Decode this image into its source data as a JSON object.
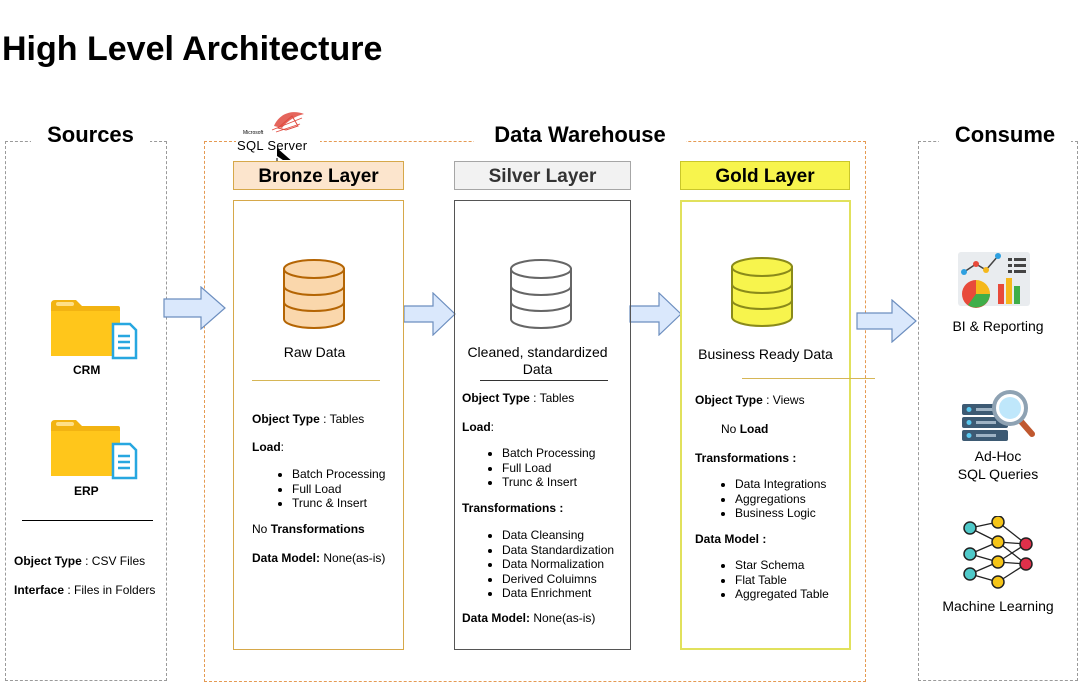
{
  "title": "High Level Architecture",
  "sections": {
    "sources": "Sources",
    "warehouse": "Data Warehouse",
    "consume": "Consume"
  },
  "sql_server_logo": {
    "small": "Microsoft",
    "text": "SQL Server"
  },
  "sources": {
    "crm": "CRM",
    "erp": "ERP",
    "object_type_label": "Object Type",
    "object_type_value": " : CSV Files",
    "interface_label": "Interface",
    "interface_value": " : Files in Folders"
  },
  "bronze": {
    "header": "Bronze Layer",
    "caption": "Raw Data",
    "object_type_label": "Object Type",
    "object_type_value": " : Tables",
    "load_label": "Load",
    "load_suffix": ":",
    "load_items": [
      "Batch Processing",
      "Full Load",
      "Trunc & Insert"
    ],
    "no_text": "No ",
    "transformations_label": "Transformations",
    "data_model_label": "Data Model:",
    "data_model_value": " None(as-is)",
    "color_header": "#fce5cd",
    "color_border": "#d6a84a"
  },
  "silver": {
    "header": "Silver Layer",
    "caption": "Cleaned, standardized Data",
    "object_type_label": "Object Type",
    "object_type_value": " : Tables",
    "load_label": "Load",
    "load_suffix": ":",
    "load_items": [
      "Batch Processing",
      "Full Load",
      "Trunc & Insert"
    ],
    "transformations_label": "Transformations :",
    "transformations_items": [
      "Data Cleansing",
      "Data Standardization",
      "Data Normalization",
      "Derived Coluimns",
      "Data Enrichment"
    ],
    "data_model_label": "Data Model:",
    "data_model_value": " None(as-is)",
    "color_header": "#f2f2f2"
  },
  "gold": {
    "header": "Gold Layer",
    "caption": "Business Ready Data",
    "object_type_label": "Object Type",
    "object_type_value": " : Views",
    "no_text": "No ",
    "load_label": "Load",
    "transformations_label": "Transformations :",
    "transformations_items": [
      "Data Integrations",
      "Aggregations",
      "Business Logic"
    ],
    "data_model_label": "Data Model :",
    "data_model_items": [
      "Star Schema",
      "Flat Table",
      "Aggregated Table"
    ],
    "color_header": "#f7f44d",
    "color_border": "#dede55"
  },
  "consume": {
    "bi": "BI & Reporting",
    "adhoc_line1": "Ad-Hoc",
    "adhoc_line2": "SQL Queries",
    "ml": "Machine Learning"
  },
  "icons": [
    "folder-icon",
    "document-icon",
    "database-icon",
    "arrow-right-icon",
    "chart-icon",
    "server-search-icon",
    "neural-network-icon",
    "sql-server-logo"
  ]
}
